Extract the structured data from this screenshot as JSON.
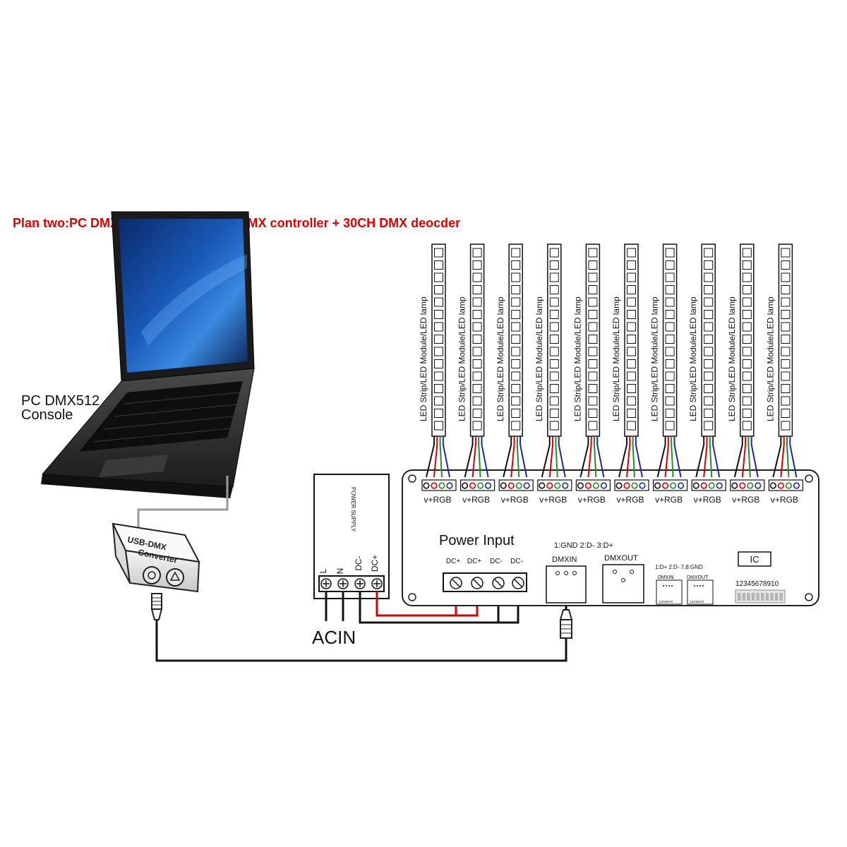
{
  "title": "Plan two:PC DMX512 Console + USB DMX controller + 30CH DMX deocder",
  "pc_console": {
    "line1": "PC  DMX512",
    "line2": "Console"
  },
  "usb_converter": {
    "line1": "USB-DMX",
    "line2": "Converter"
  },
  "power_supply": {
    "label": "POWER SUPPLY",
    "terminals": [
      "L",
      "N",
      "DC-",
      "DC+"
    ]
  },
  "acin_label": "ACIN",
  "led_strip_label": "LED Strip/LED Module/LED lamp",
  "strip_count": 10,
  "strip_output_label": "v+RGB",
  "decoder": {
    "power_input_label": "Power  Input",
    "power_terminals": [
      "DC+",
      "DC+",
      "DC-",
      "DC-"
    ],
    "pinout_xlr": "1:GND 2:D- 3:D+",
    "dmxin_label": "DMXIN",
    "dmxout_label": "DMXOUT",
    "pinout_rj45": "1:D+ 2:D- 7,8:GND",
    "rj45_in_label": "DMXIN",
    "rj45_out_label": "DMXOUT",
    "rj45_pins": "12345678",
    "ic_label": "IC",
    "dip_numbers": "12345678910"
  },
  "colors": {
    "title_red": "#e00000",
    "wire_red": "#d80000",
    "wire_green": "#2a8a2a",
    "wire_blue": "#1a2aa0",
    "wire_black": "#111111"
  }
}
